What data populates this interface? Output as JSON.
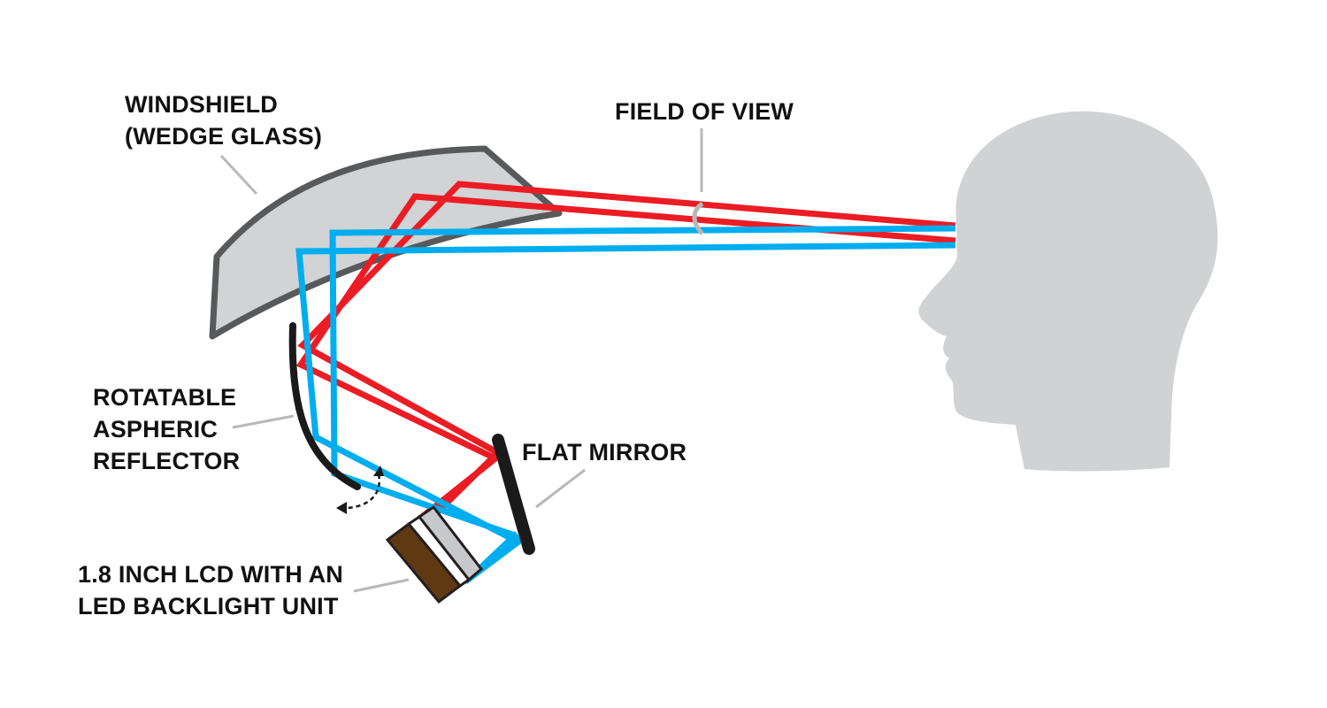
{
  "labels": {
    "windshield": [
      "WINDSHIELD",
      "(WEDGE GLASS)"
    ],
    "field_of_view": "FIELD OF VIEW",
    "reflector": [
      "ROTATABLE",
      "ASPHERIC",
      "REFLECTOR"
    ],
    "flat_mirror": "FLAT MIRROR",
    "lcd": [
      "1.8 INCH LCD WITH AN",
      "LED BACKLIGHT UNIT"
    ]
  },
  "colors": {
    "red_ray": "#ec1c24",
    "blue_ray": "#00adef",
    "glass_fill": "#d2d3d5",
    "glass_stroke": "#58595b",
    "head_fill": "#d1d2d4",
    "leader_line": "#b7b8ba",
    "mirror": "#1a1a1a",
    "backlight": "#603913",
    "lcd_glass": "#c7c8ca"
  },
  "icons": {
    "rotation": "curved-dashed-arrow-icon",
    "fov": "arc-bracket-icon"
  }
}
